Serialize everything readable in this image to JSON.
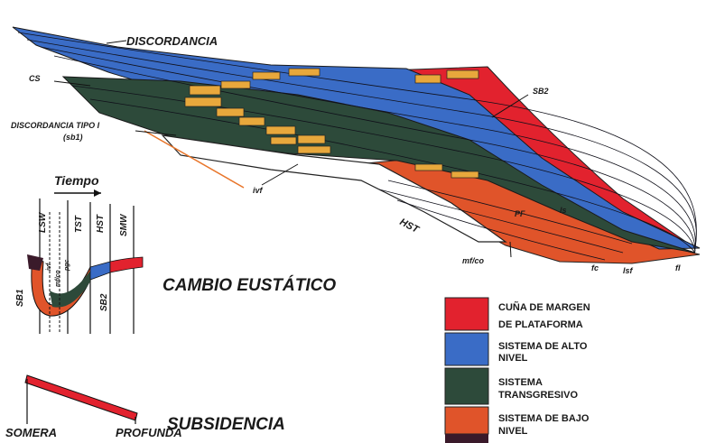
{
  "diagram": {
    "labels": {
      "discordancia": "DISCORDANCIA",
      "cs": "CS",
      "discordancia_tipo_1": "DISCORDANCIA TIPO I",
      "sb1_paren": "(sb1)",
      "sb2_top": "SB2",
      "ivf": "ivf",
      "hst": "HST",
      "mfco": "mf/co",
      "pf": "PF",
      "ls": "ls",
      "fc": "fc",
      "lsf": "lsf",
      "fl": "fl"
    },
    "eustatic": {
      "tiempo": "Tiempo",
      "cambio": "CAMBIO EUSTÁTICO",
      "columns": [
        "LSW",
        "TST",
        "HST",
        "SMW"
      ],
      "inner": [
        "ivf",
        "mf/co",
        "pgc"
      ],
      "sb1": "SB1",
      "sb2": "SB2"
    },
    "subsidence": {
      "title": "SUBSIDENCIA",
      "somera": "SOMERA",
      "profunda": "PROFUNDA"
    },
    "legend": [
      {
        "line1": "CUÑA DE MARGEN",
        "line2": "DE PLATAFORMA",
        "color": "#e2222e"
      },
      {
        "line1": "SISTEMA DE ALTO",
        "line2": "NIVEL",
        "color": "#3a6cc6"
      },
      {
        "line1": "SISTEMA",
        "line2": "TRANSGRESIVO",
        "color": "#2d4a3a"
      },
      {
        "line1": "SISTEMA DE BAJO",
        "line2": "NIVEL",
        "color": "#e0542a"
      }
    ],
    "colors": {
      "red": "#e2222e",
      "blue": "#3a6cc6",
      "green": "#2d4a3a",
      "orange": "#e0542a",
      "sand": "#e8a83c",
      "dark": "#3a1a2a"
    }
  }
}
